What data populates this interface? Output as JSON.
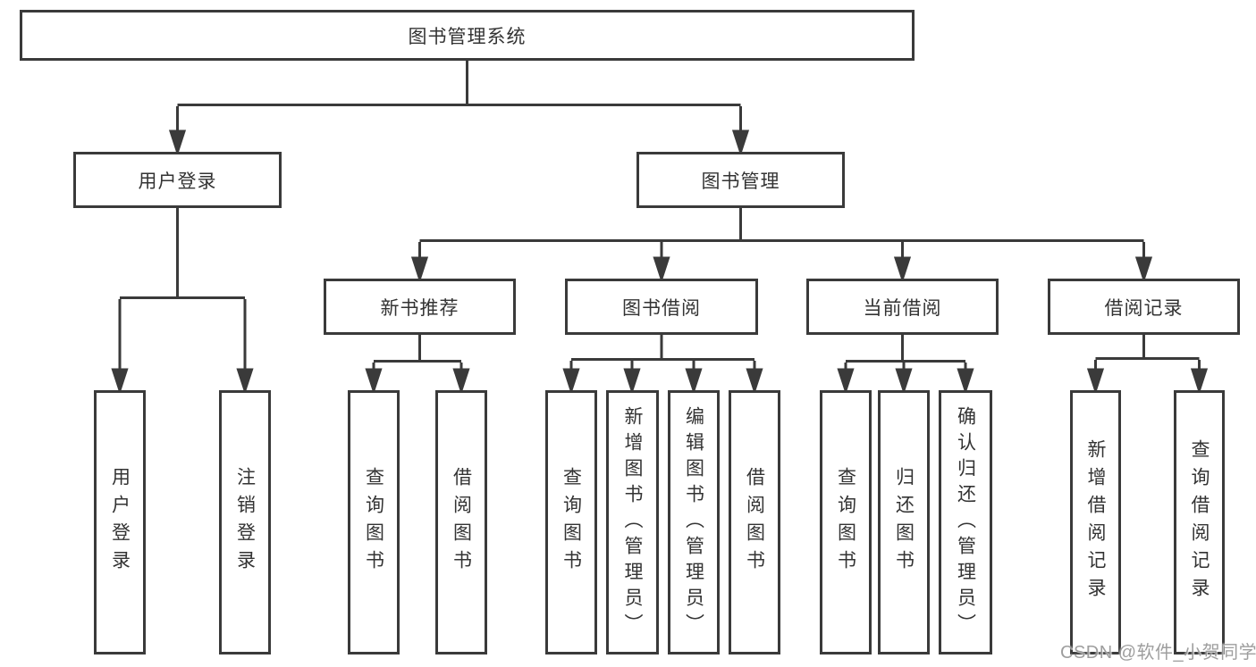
{
  "diagram": {
    "root": {
      "label": "图书管理系统"
    },
    "user_login": {
      "label": "用户登录",
      "children": {
        "login": {
          "label": "用户登录"
        },
        "logout": {
          "label": "注销登录"
        }
      }
    },
    "book_mgmt": {
      "label": "图书管理",
      "children": {
        "new_book": {
          "label": "新书推荐",
          "children": {
            "query": {
              "label": "查询图书"
            },
            "borrow": {
              "label": "借阅图书"
            }
          }
        },
        "book_borrow": {
          "label": "图书借阅",
          "children": {
            "query": {
              "label": "查询图书"
            },
            "add": {
              "label": "新增图书（管理员）"
            },
            "edit": {
              "label": "编辑图书（管理员）"
            },
            "borrow": {
              "label": "借阅图书"
            }
          }
        },
        "current_borrow": {
          "label": "当前借阅",
          "children": {
            "query": {
              "label": "查询图书"
            },
            "return": {
              "label": "归还图书"
            },
            "confirm": {
              "label": "确认归还（管理员）"
            }
          }
        },
        "borrow_record": {
          "label": "借阅记录",
          "children": {
            "add": {
              "label": "新增借阅记录"
            },
            "query": {
              "label": "查询借阅记录"
            }
          }
        }
      }
    }
  },
  "watermark": {
    "text": "CSDN @软件_小贺同学"
  },
  "colors": {
    "line": "#3a3a3a",
    "text": "#333333",
    "background": "#ffffff",
    "watermark": "#919191"
  }
}
